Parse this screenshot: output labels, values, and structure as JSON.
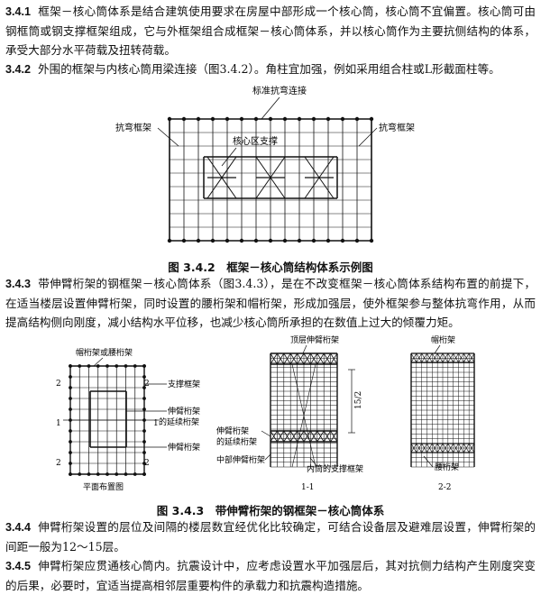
{
  "para_341": {
    "number": "3.4.1",
    "text": "框架－核心筒体系是结合建筑使用要求在房屋中部形成一个核心筒，核心筒不宜偏置。核心筒可由钢框筒或钢支撑框架组成，它与外框架组合成框架－核心筒体系，并以核心筒作为主要抗侧结构的体系，承受大部分水平荷载及扭转荷载。"
  },
  "para_342": {
    "number": "3.4.2",
    "text": "外围的框架与内核心筒用梁连接（图3.4.2）。角柱宜加强，例如采用组合柱或L形截面柱等。"
  },
  "figure_342": {
    "label_top": "标准抗弯连接",
    "label_left": "抗弯框架",
    "label_right": "抗弯框架",
    "label_core": "核心区支撑",
    "caption": "图 3.4.2　框架－核心筒结构体系示例图"
  },
  "para_343": {
    "number": "3.4.3",
    "text": "带伸臂桁架的钢框架－核心筒体系（图3.4.3），是在不改变框架－核心筒体系结构布置的前提下，在适当楼层设置伸臂桁架，同时设置的腰桁架和帽桁架，形成加强层，使外框架参与整体抗弯作用，从而提高结构侧向刚度，减小结构水平位移，也减少核心筒所承担的在数值上过大的倾覆力矩。"
  },
  "figure_343": {
    "plan": {
      "top_label": "帽桁架或腰桁架",
      "right_labels": [
        "支撑框架",
        "伸臂桁架",
        "的延续桁架",
        "伸臂桁架"
      ],
      "section_marks": [
        "2",
        "2",
        "1",
        "1",
        "2",
        "2"
      ],
      "bottom_label": "平面布置图"
    },
    "section_11": {
      "top_label": "顶层伸臂桁架",
      "left_labels": [
        "伸臂桁架",
        "的延续桁架",
        "中部伸臂桁架"
      ],
      "bottom_label": "内筒的支撑框架",
      "dimension": "15/2",
      "title": "1-1"
    },
    "section_22": {
      "top_label": "帽桁架",
      "right_label": "腰桁架",
      "title": "2-2"
    },
    "caption": "图 3.4.3　带伸臂桁架的钢框架－核心筒体系"
  },
  "para_344": {
    "number": "3.4.4",
    "text": "伸臂桁架设置的层位及间隔的楼层数宜经优化比较确定，可结合设备层及避难层设置，伸臂桁架的间距一般为12～15层。"
  },
  "para_345": {
    "number": "3.4.5",
    "text": "伸臂桁架应贯通核心筒内。抗震设计中，应考虑设置水平加强层后，其对抗侧力结构产生刚度突变的后果，必要时，宜适当提高相邻层重要构件的承载力和抗震构造措施。"
  }
}
